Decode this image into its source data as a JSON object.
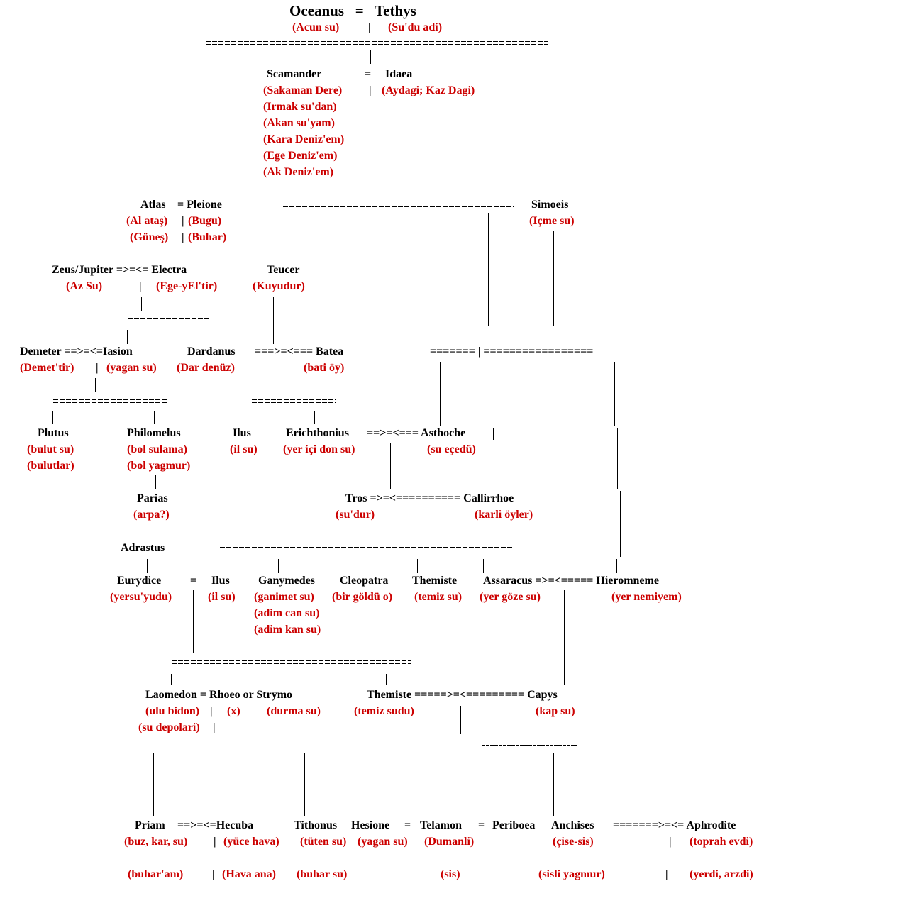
{
  "title": {
    "parents": "Oceanus   =   Tethys",
    "oceanus_gloss": "(Acun su)",
    "tethys_gloss": "(Su'du adi)"
  },
  "names": {
    "scamander": "Scamander",
    "idaea": "Idaea",
    "atlas": "Atlas",
    "pleione": "= Pleione",
    "simoeis": "Simoeis",
    "zeus_electra": "Zeus/Jupiter =>=<= Electra",
    "teucer": "Teucer",
    "demeter_iasion": "Demeter ==>=<=Iasion",
    "dardanus": "Dardanus",
    "batea": "===>=<=== Batea",
    "plutus": "Plutus",
    "philomelus": "Philomelus",
    "ilus1": "Ilus",
    "erichthonius": "Erichthonius",
    "asthoche": "==>=<=== Asthoche",
    "parias": "Parias",
    "tros_callirrhoe": "Tros =>=<========== Callirrhoe",
    "adrastus": "Adrastus",
    "eurydice": "Eurydice",
    "ilus2": "Ilus",
    "ganymedes": "Ganymedes",
    "cleopatra": "Cleopatra",
    "themiste1": "Themiste",
    "assaracus_hieromneme": "Assaracus =>=<===== Hieromneme",
    "laomedon": "Laomedon = Rhoeo or Strymo",
    "themiste_capys": "Themiste =====>=<========= Capys",
    "priam": "Priam",
    "hecuba": "==>=<=Hecuba",
    "tithonus": "Tithonus",
    "hesione": "Hesione",
    "telamon": "Telamon",
    "periboea": "Periboea",
    "anchises": "Anchises",
    "aphrodite": "=======>=<= Aphrodite"
  },
  "glosses": {
    "sakaman": "(Sakaman Dere)",
    "irmak": "(Irmak su'dan)",
    "akan": "(Akan su'yam)",
    "kara": "(Kara Deniz'em)",
    "ege": "(Ege Deniz'em)",
    "ak": "(Ak Deniz'em)",
    "aydagi": "(Aydagi; Kaz Dagi)",
    "al_atas": "(Al ataş)",
    "gunes": "(Güneş)",
    "bugu": "(Bugu)",
    "buhar": "(Buhar)",
    "icme": "(Içme su)",
    "az_su": "(Az Su)",
    "ege_yel": "(Ege-yEl'tir)",
    "kuyudur": "(Kuyudur)",
    "demettir": "(Demet'tir)",
    "yagan_su1": "(yagan su)",
    "dar_denuz": "(Dar denüz)",
    "bati_oy": "(bati öy)",
    "bulut_su": "(bulut su)",
    "bulutlar": "(bulutlar)",
    "bol_sulama": "(bol sulama)",
    "bol_yagmur": "(bol yagmur)",
    "il_su1": "(il su)",
    "yer_ici": "(yer içi don su)",
    "su_ecedu": "(su eçedü)",
    "arpa": "(arpa?)",
    "su_dur": "(su'dur)",
    "karli": "(karli öyler)",
    "yersuyudu": "(yersu'yudu)",
    "il_su2": "(il su)",
    "ganimet": "(ganimet su)",
    "adim_can": "(adim can su)",
    "adim_kan": "(adim kan su)",
    "bir_goldu": "(bir göldü o)",
    "temiz_su": "(temiz su)",
    "yer_goze": "(yer göze su)",
    "yer_nemiyem": "(yer nemiyem)",
    "ulu_bidon": "(ulu bidon)",
    "su_depolari": "(su depolari)",
    "x": "(x)",
    "durma": "(durma su)",
    "temiz_sudu": "(temiz sudu)",
    "kap_su": "(kap su)",
    "buz": "(buz, kar, su)",
    "buharam": "(buhar'am)",
    "yuce": "(yüce hava)",
    "hava_ana": "(Hava ana)",
    "tuten": "(tüten su)",
    "buhar_su": "(buhar su)",
    "yagan_su2": "(yagan su)",
    "dumanli": "(Dumanli)",
    "sis": "(sis)",
    "cise": "(çise-sis)",
    "sisli": "(sisli yagmur)",
    "toprah": "(toprah evdi)",
    "yerdi": "(yerdi, arzdi)"
  },
  "connectors": {
    "eq": "=",
    "bar": "|",
    "batea_branch": "======= | ================="
  },
  "colors": {
    "name": "#000000",
    "gloss": "#cc0000"
  }
}
